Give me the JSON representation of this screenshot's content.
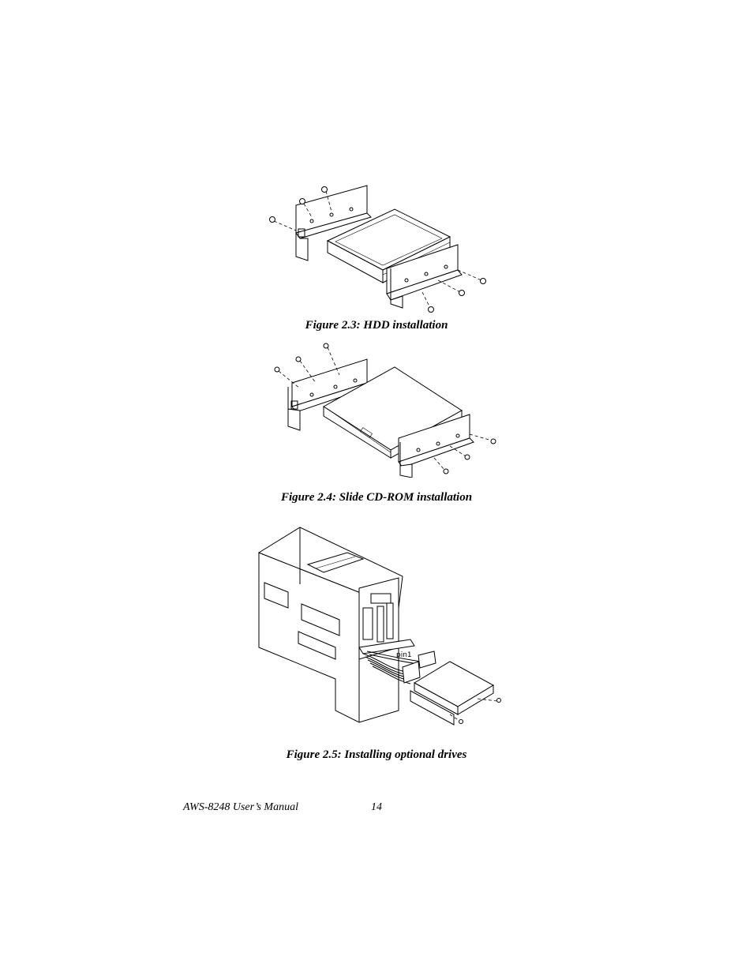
{
  "figures": [
    {
      "caption": "Figure 2.3: HDD installation",
      "icon": "hdd-mounting-brackets-drawing"
    },
    {
      "caption": "Figure 2.4: Slide CD-ROM installation",
      "icon": "cdrom-mounting-brackets-drawing"
    },
    {
      "caption": "Figure 2.5: Installing optional drives",
      "icon": "chassis-drive-cable-drawing",
      "label": "pin1"
    }
  ],
  "footer": {
    "manual": "AWS-8248 User’s Manual",
    "page": "14"
  }
}
